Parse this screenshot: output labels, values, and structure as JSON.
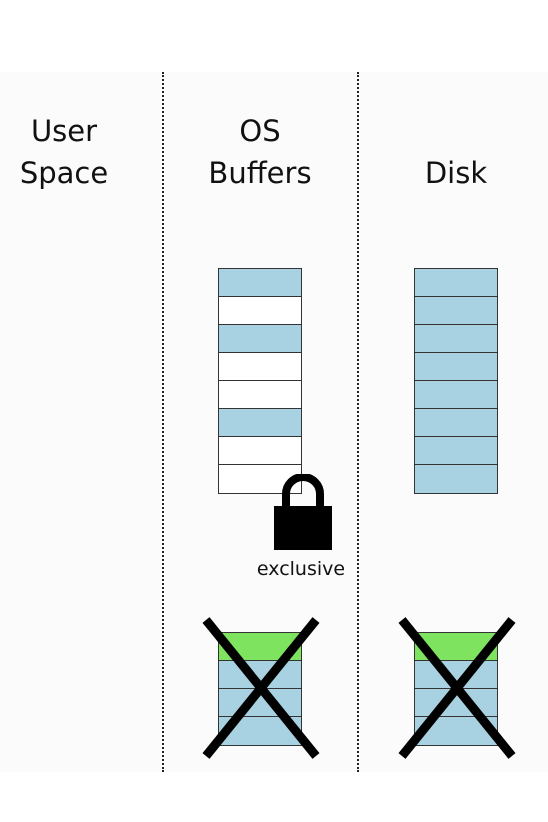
{
  "columns": {
    "user_space": {
      "line1": "User",
      "line2": "Space"
    },
    "os_buffers": {
      "line1": "OS",
      "line2": "Buffers"
    },
    "disk": {
      "line1": "",
      "line2": "Disk"
    }
  },
  "os_buffer_stack": {
    "cells": [
      "filled",
      "empty",
      "filled",
      "empty",
      "empty",
      "filled",
      "empty",
      "empty"
    ]
  },
  "disk_stack": {
    "cells": [
      "filled",
      "filled",
      "filled",
      "filled",
      "filled",
      "filled",
      "filled",
      "filled"
    ]
  },
  "lock": {
    "icon": "padlock-icon",
    "label": "exclusive"
  },
  "crossed_out_stacks": {
    "os_buffers": {
      "cells": [
        "green",
        "filled",
        "filled",
        "filled"
      ]
    },
    "disk": {
      "cells": [
        "green",
        "filled",
        "filled",
        "filled"
      ]
    }
  },
  "colors": {
    "page_filled": "#a8d1e1",
    "page_dirty": "#7ee35f",
    "lock": "#000000",
    "cross": "#000000"
  }
}
